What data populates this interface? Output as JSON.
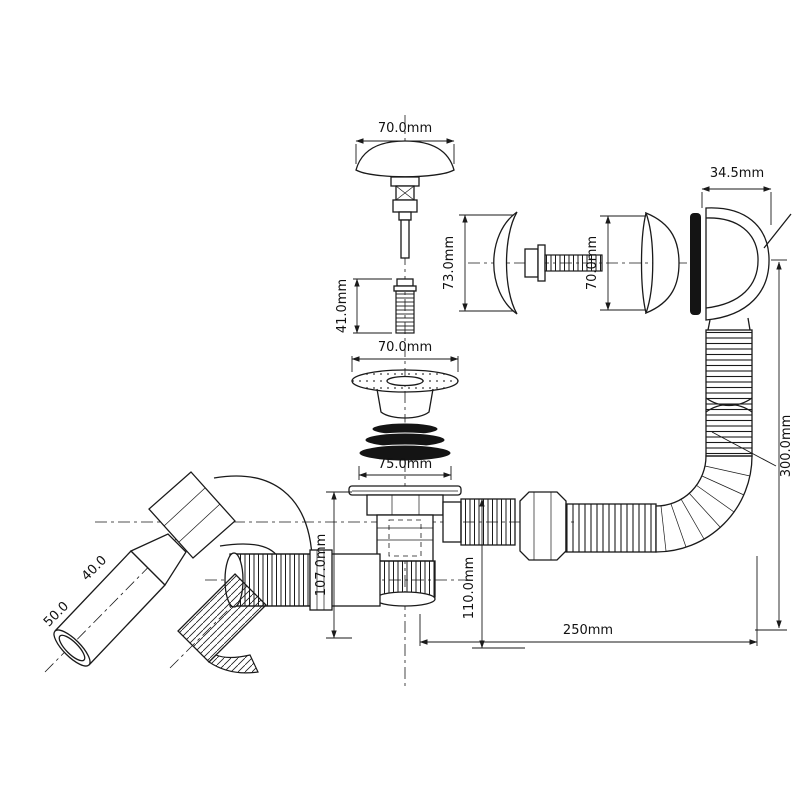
{
  "drawing": {
    "background": "#ffffff",
    "line_color": "#1a1a1a"
  },
  "labels": {
    "plug_cap_width": "70.0mm",
    "screw_length": "41.0mm",
    "strainer_width": "70.0mm",
    "seal_width": "75.0mm",
    "inner_dome_height": "73.0mm",
    "overflow_screw_length": "70.0mm",
    "overflow_depth": "34.5mm",
    "hose_length": "300.0mm",
    "body_height": "107.0mm",
    "outlet_height": "110.0mm",
    "horizontal_run": "250mm",
    "inlet_bore": "40.0",
    "inlet_outer": "50.0"
  }
}
